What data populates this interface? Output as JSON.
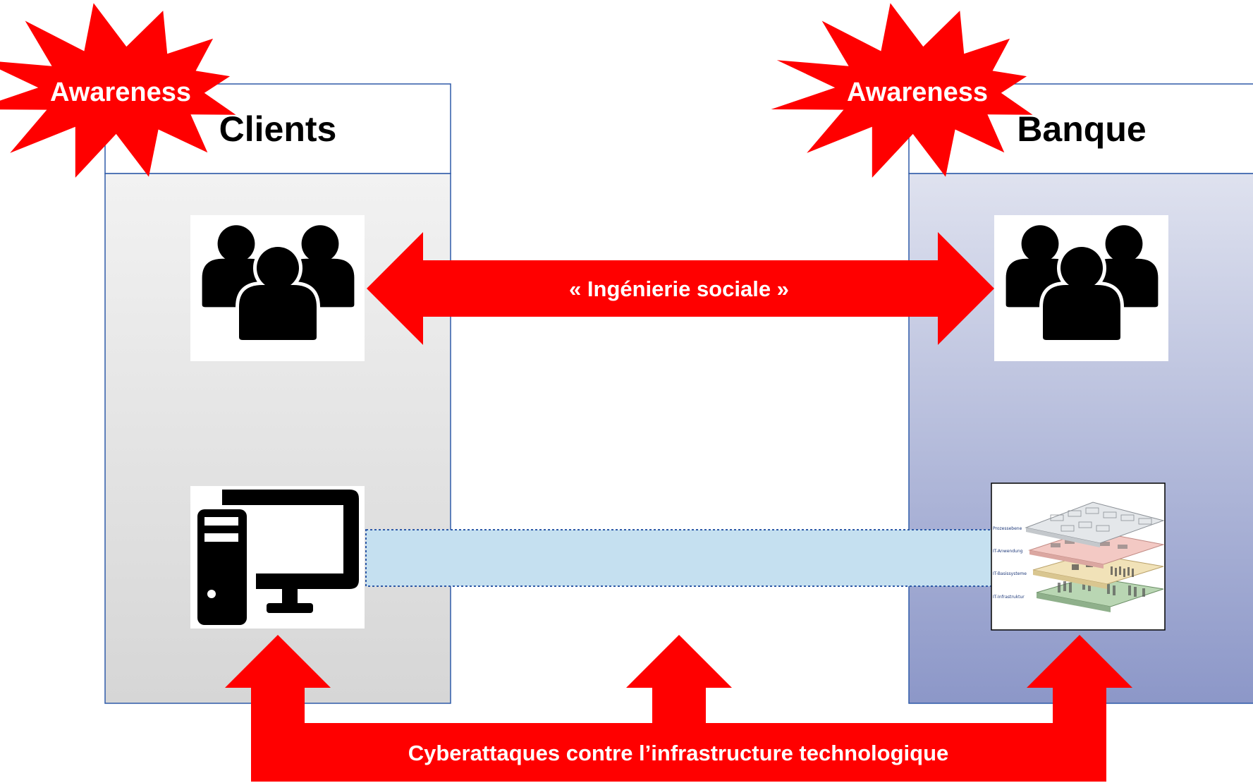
{
  "panels": {
    "clients": {
      "title": "Clients",
      "awareness": "Awareness"
    },
    "banque": {
      "title": "Banque",
      "awareness": "Awareness"
    }
  },
  "arrows": {
    "social": {
      "label": "« Ingénierie sociale »"
    },
    "cyber": {
      "label": "Cyberattaques contre l’infrastructure technologique"
    }
  },
  "infrastructure": {
    "layers": [
      "Prozessebene",
      "IT-Anwendung",
      "IT-Basissysteme",
      "IT-Infrastruktur"
    ]
  },
  "icons": {
    "people": "people-group-icon",
    "computer": "desktop-computer-icon",
    "infrastructure": "it-infrastructure-layers-icon"
  },
  "colors": {
    "attack_red": "#ff0000",
    "panel_border": "#2e5aa8",
    "clients_gradient_top": "#f2f2f2",
    "clients_gradient_bottom": "#d6d6d6",
    "banque_gradient_top": "#dfe2ef",
    "banque_gradient_bottom": "#8c97c8",
    "connection_fill": "#c5e0f0",
    "connection_border": "#2e5aa8"
  }
}
